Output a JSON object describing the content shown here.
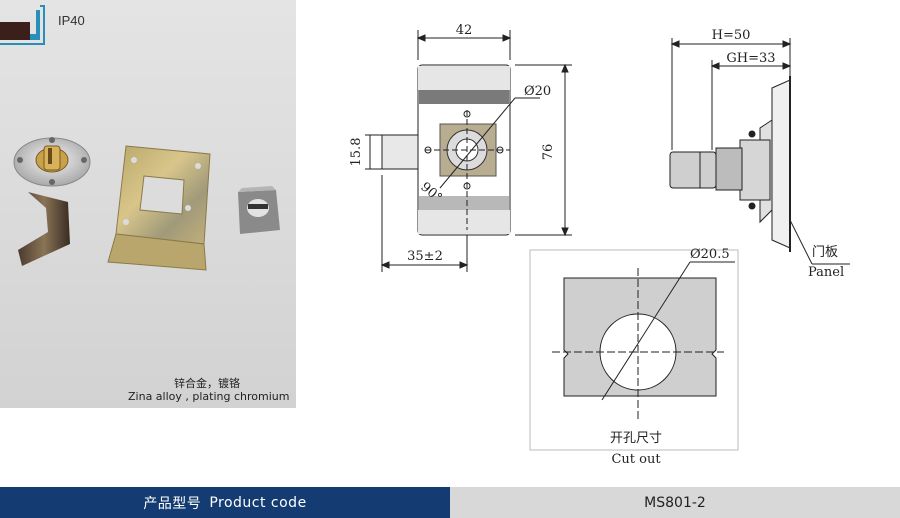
{
  "badge": {
    "rating": "IP40"
  },
  "material": {
    "cn": "锌合金，镀铬",
    "en": "Zina alloy , plating chromium"
  },
  "drawing": {
    "dims": {
      "width": "42",
      "diameter": "Ø20",
      "height": "76",
      "offset": "15.8",
      "angle": "90°",
      "length": "35±2",
      "H": "H=50",
      "GH": "GH=33",
      "cutout_diameter": "Ø20.5"
    },
    "labels": {
      "panel_cn": "门板",
      "panel_en": "Panel",
      "cutout_cn": "开孔尺寸",
      "cutout_en": "Cut out"
    }
  },
  "footer": {
    "label_cn": "产品型号",
    "label_en": "Product code",
    "code": "MS801-2"
  },
  "colors": {
    "footer_left": "#143c72",
    "footer_right": "#d8d8d8",
    "photo_bg": "#dcdcdc"
  }
}
